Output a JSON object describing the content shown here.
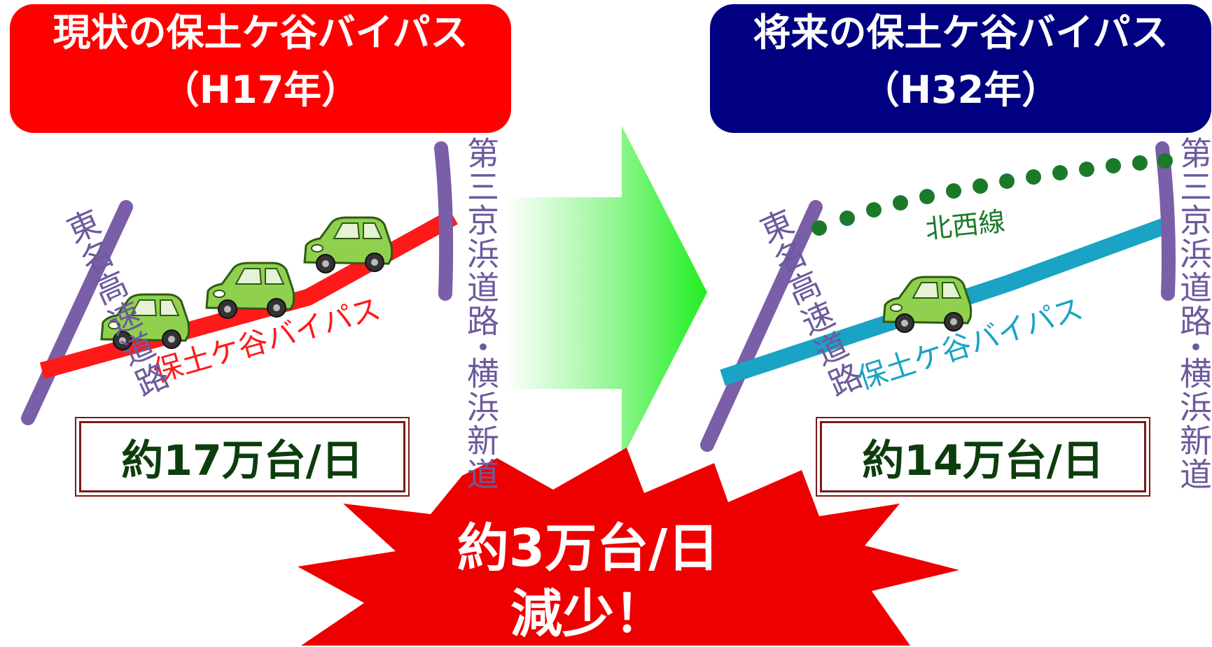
{
  "current": {
    "title": "現状の保土ケ谷バイパス",
    "year": "（H17年）",
    "traffic": "約17万台/日"
  },
  "future": {
    "title": "将来の保土ケ谷バイパス",
    "year": "（H32年）",
    "traffic": "約14万台/日",
    "new_road": "北西線"
  },
  "roads": {
    "tomei": "東名高速道路",
    "third_keihin": "第三京浜道路",
    "separator": "・",
    "yokohama_shindo": "横浜新道",
    "hodogaya_bypass": "保土ケ谷バイパス"
  },
  "reduction": {
    "amount": "約3万台/日",
    "word": "減少！"
  },
  "colors": {
    "current_accent": "#ff0000",
    "future_accent": "#000080",
    "current_road": "#ff1a1a",
    "future_road": "#1aa3c4",
    "highway": "#7b5ea8",
    "new_road": "#1a7a2a",
    "car": "#8fd14f",
    "arrow": "#33ee33"
  }
}
